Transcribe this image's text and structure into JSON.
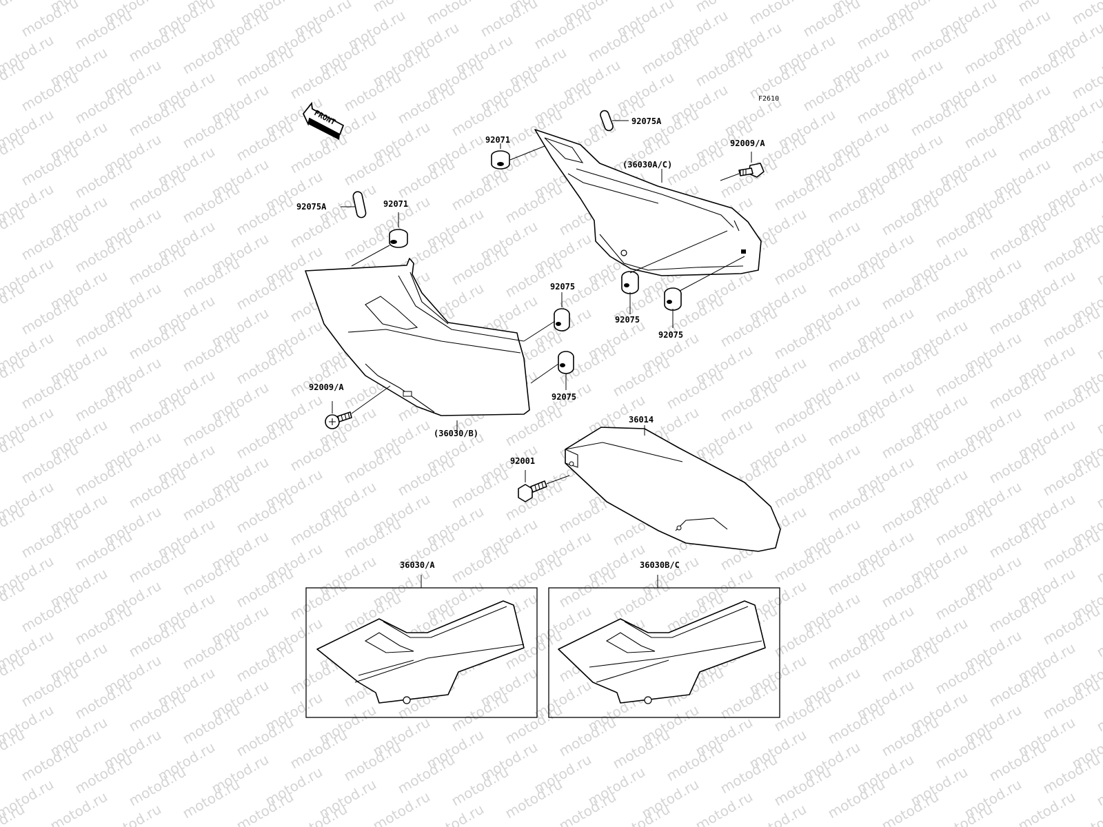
{
  "figure_ref": "F2610",
  "front_arrow": {
    "label": "FRONT",
    "icon": "front-arrow-icon"
  },
  "watermark": "motod.ru",
  "labels": {
    "p92075A_top": "92075A",
    "p92071_top": "92071",
    "p36030AC": "(36030A/C)",
    "p92009A_right": "92009/A",
    "p92075A_left": "92075A",
    "p92071_left": "92071",
    "p92075_a": "92075",
    "p92075_b": "92075",
    "p92075_c": "92075",
    "p92075_d": "92075",
    "p92009A_left": "92009/A",
    "p36030B": "(36030/B)",
    "p36014": "36014",
    "p92001": "92001",
    "inset_left": "36030/A",
    "inset_right": "36030B/C"
  }
}
